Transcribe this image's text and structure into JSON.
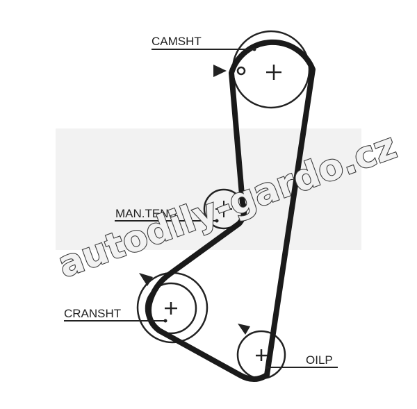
{
  "labels": {
    "camshaft": "CAMSHT",
    "manual_tensioner": "MAN.TENS",
    "crankshaft": "CRANSHT",
    "oil_pump": "OILP"
  },
  "watermark": "autodily-gardo.cz",
  "colors": {
    "belt": "#1a1a1a",
    "pulley_outline": "#222222",
    "watermark_fill": "#f2f2f2",
    "watermark_stroke": "#3a3a3a"
  }
}
